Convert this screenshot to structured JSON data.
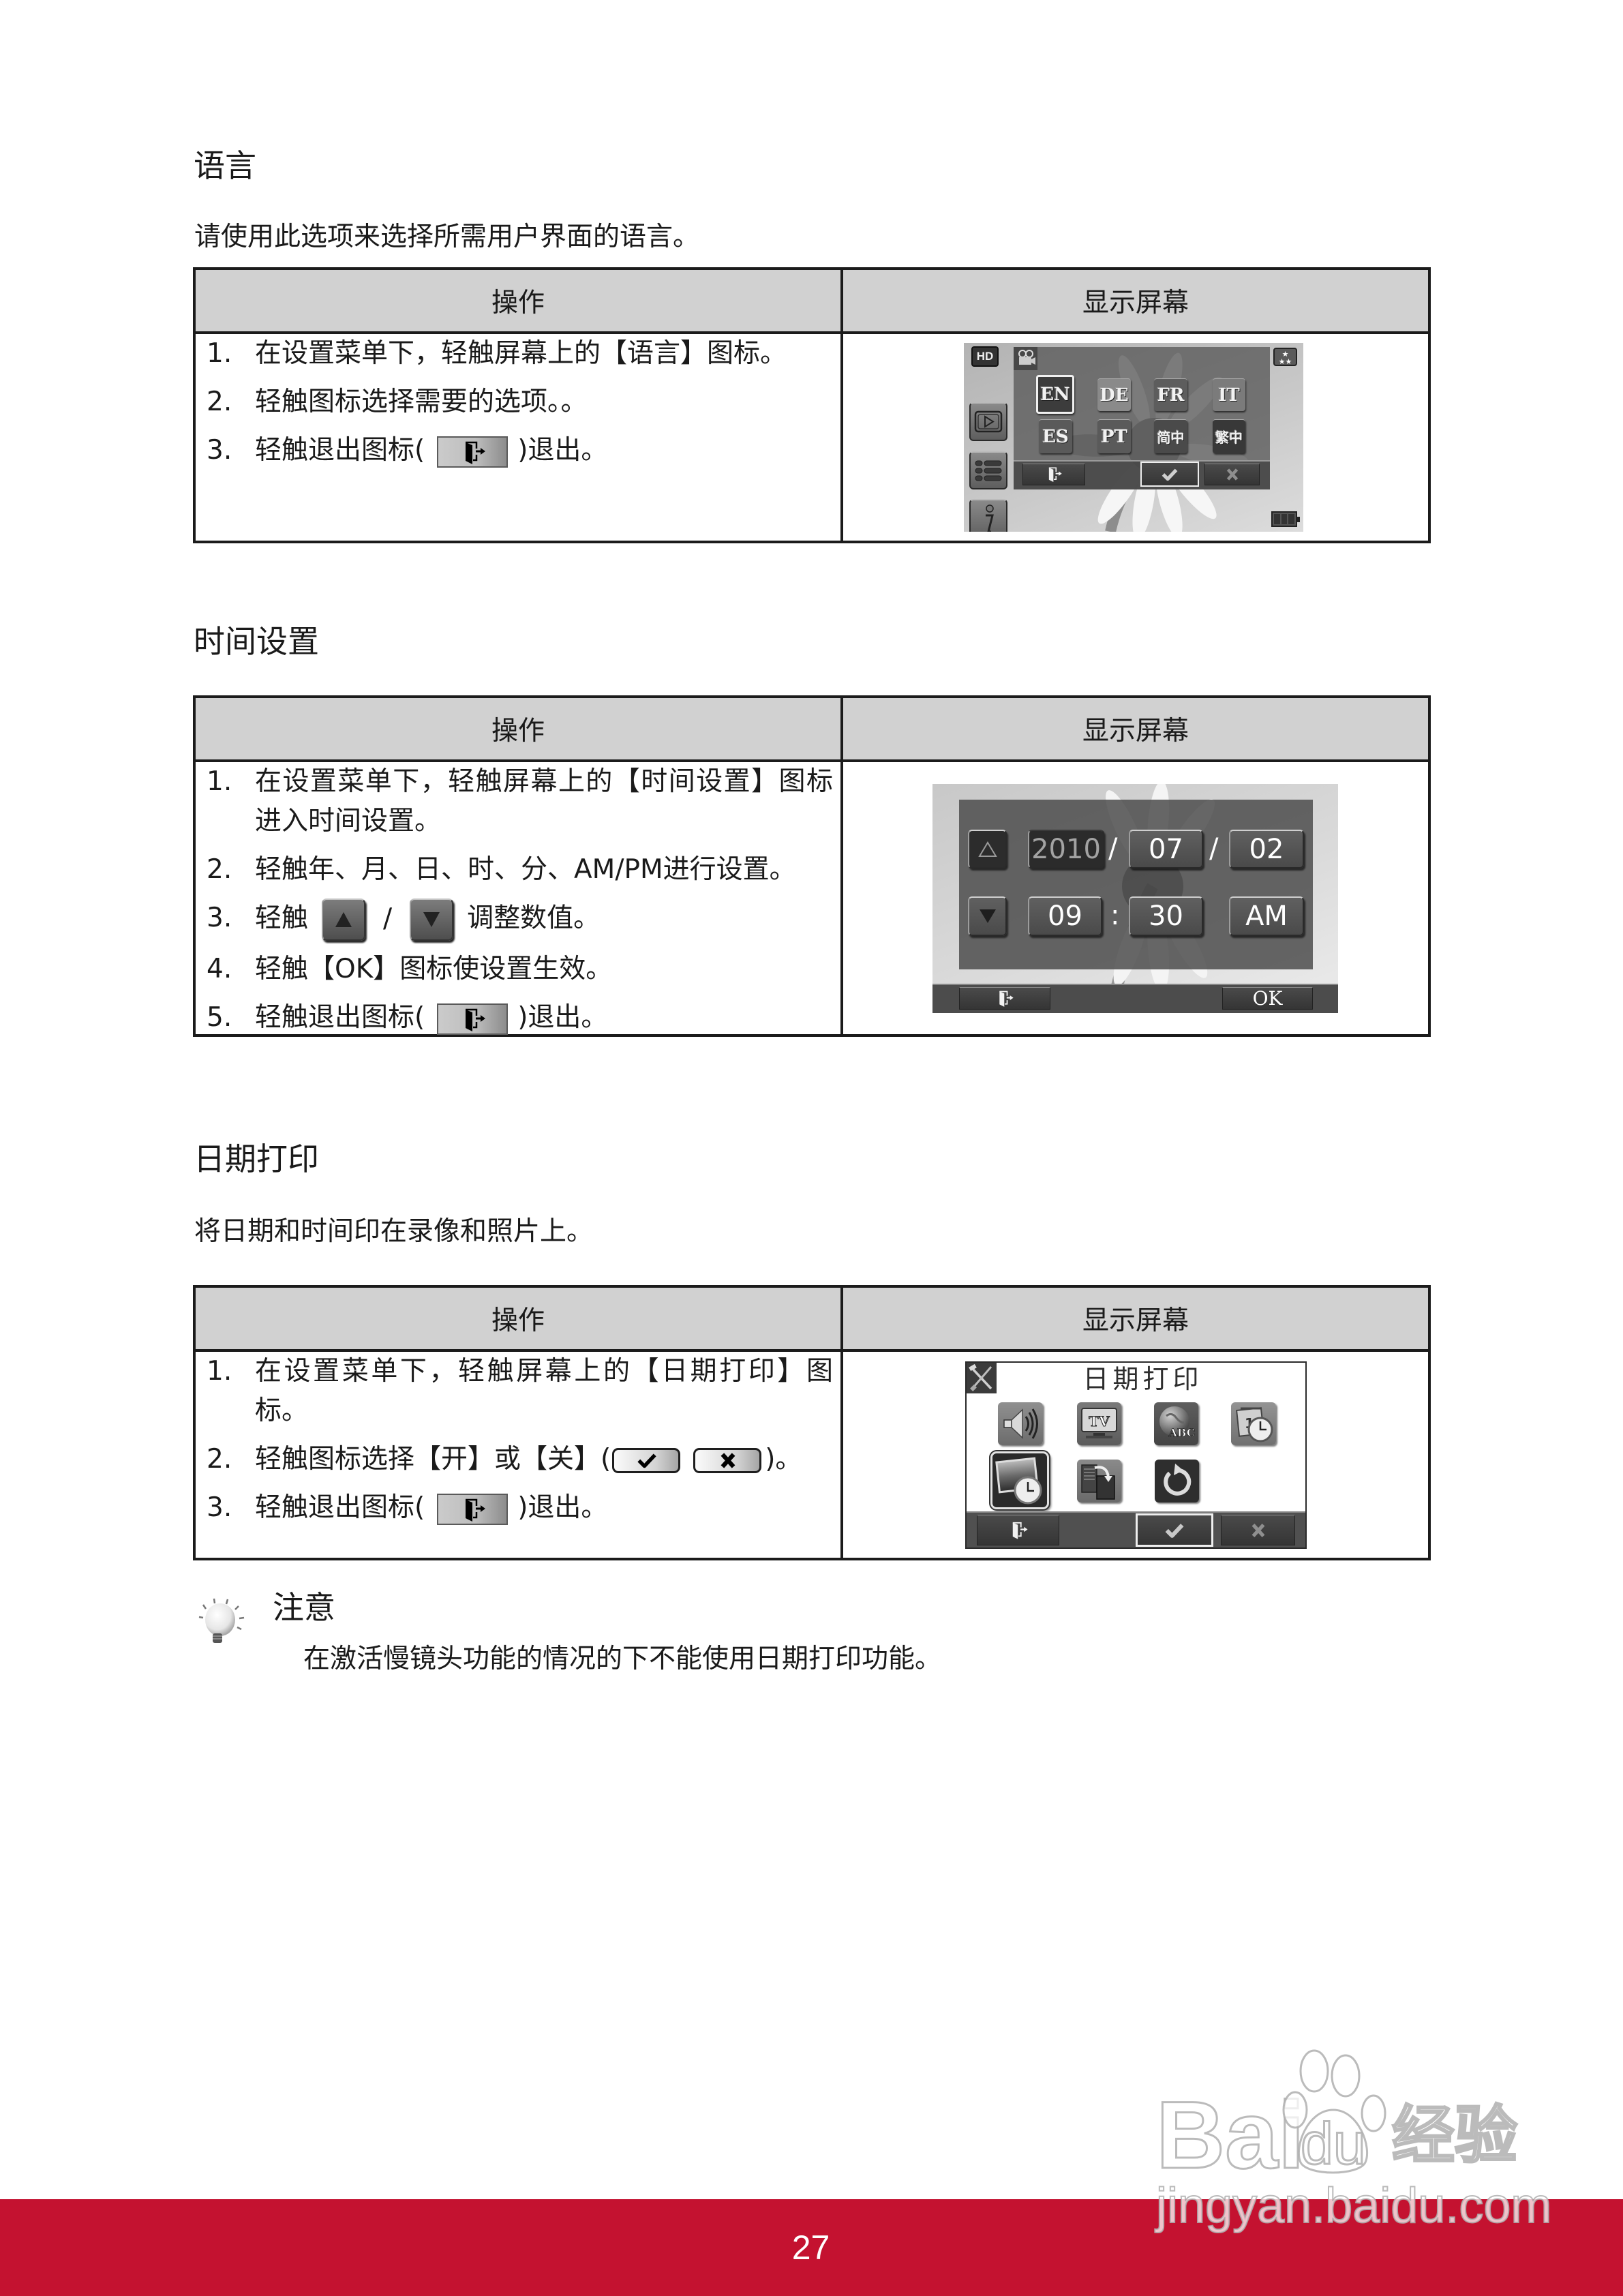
{
  "colors": {
    "footer_red": "#C41230",
    "table_header_bg": "#D1D1D1",
    "table_border": "#1B1B1B"
  },
  "page": {
    "number": "27"
  },
  "table_headers": {
    "operation": "操作",
    "display": "显示屏幕"
  },
  "language": {
    "heading": "语言",
    "description": "请使用此选项来选择所需用户界面的语言。",
    "steps": [
      {
        "num": "1.",
        "text": "在设置菜单下，轻触屏幕上的【语言】图标。"
      },
      {
        "num": "2.",
        "text": "轻触图标选择需要的选项。。"
      },
      {
        "num": "3.",
        "before": "轻触退出图标(",
        "icon": "exit-icon",
        "after": ")退出。"
      }
    ],
    "screen": {
      "hd_badge": "HD",
      "selected": "EN",
      "languages": [
        {
          "code": "EN"
        },
        {
          "code": "DE"
        },
        {
          "code": "FR"
        },
        {
          "code": "IT"
        },
        {
          "code": "ES"
        },
        {
          "code": "PT"
        },
        {
          "code": "简中"
        },
        {
          "code": "繁中"
        }
      ],
      "icons": [
        "hd-camera-icon",
        "video-camera-icon",
        "playback-icon",
        "menu-icon",
        "info-icon",
        "scene-stars-icon",
        "battery-icon",
        "exit-icon",
        "check-icon",
        "close-icon"
      ]
    }
  },
  "time_setting": {
    "heading": "时间设置",
    "steps": [
      {
        "num": "1.",
        "text": "在设置菜单下，轻触屏幕上的【时间设置】图标进入时间设置。"
      },
      {
        "num": "2.",
        "text": "轻触年、月、日、时、分、AM/PM进行设置。"
      },
      {
        "num": "3.",
        "before": "轻触",
        "separator": "/",
        "after": "调整数值。",
        "icons": [
          "arrow-up-icon",
          "arrow-down-icon"
        ]
      },
      {
        "num": "4.",
        "text": "轻触【OK】图标使设置生效。"
      },
      {
        "num": "5.",
        "before": "轻触退出图标(",
        "icon": "exit-icon",
        "after": ")退出。"
      }
    ],
    "screen": {
      "year": "2010",
      "month": "07",
      "day": "02",
      "hour": "09",
      "minute": "30",
      "period": "AM",
      "date_separator": "/",
      "time_separator": ":",
      "ok_label": "OK"
    }
  },
  "date_print": {
    "heading": "日期打印",
    "description": "将日期和时间印在录像和照片上。",
    "steps": [
      {
        "num": "1.",
        "text": "在设置菜单下，轻触屏幕上的【日期打印】图标。"
      },
      {
        "num": "2.",
        "before": "轻触图标选择【开】或【关】(",
        "after": ")。",
        "icons": [
          "check-icon",
          "close-icon"
        ]
      },
      {
        "num": "3.",
        "before": "轻触退出图标(",
        "icon": "exit-icon",
        "after": ")退出。"
      }
    ],
    "screen": {
      "title": "日期打印",
      "tv_label": "TV",
      "globe_label": "ABC",
      "icons": [
        "settings-tools-icon",
        "sound-icon",
        "tv-output-icon",
        "language-globe-icon",
        "time-setting-icon",
        "date-print-icon",
        "copy-to-card-icon",
        "reset-icon",
        "exit-icon",
        "check-icon",
        "close-icon"
      ]
    }
  },
  "note": {
    "icon": "lightbulb-icon",
    "title": "注意",
    "text": "在激活慢镜头功能的情况的下不能使用日期打印功能。"
  },
  "watermark": {
    "brand_left": "Bai",
    "brand_right": "du",
    "brand_cn": "经验",
    "url": "jingyan.baidu.com"
  }
}
